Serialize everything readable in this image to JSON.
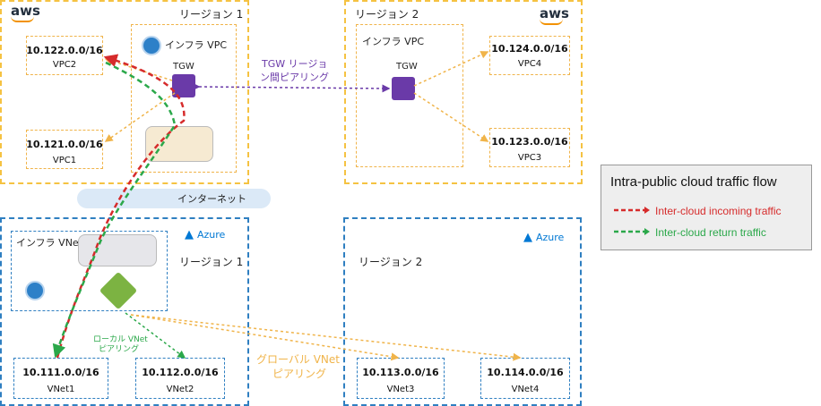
{
  "aws": {
    "logo": "aws",
    "region1": {
      "label": "リージョン 1",
      "infra_vpc": "インフラ VPC",
      "tgw": "TGW"
    },
    "region2": {
      "label": "リージョン 2",
      "infra_vpc": "インフラ VPC",
      "tgw": "TGW"
    },
    "peering_label": [
      "TGW リージョ",
      "ン間ピアリング"
    ],
    "vpcs": [
      {
        "cidr": "10.122.0.0/16",
        "name": "VPC2"
      },
      {
        "cidr": "10.121.0.0/16",
        "name": "VPC1"
      },
      {
        "cidr": "10.124.0.0/16",
        "name": "VPC4"
      },
      {
        "cidr": "10.123.0.0/16",
        "name": "VPC3"
      }
    ]
  },
  "internet_label": "インターネット",
  "azure": {
    "logo": "Azure",
    "region1": {
      "label": "リージョン 1",
      "infra_vnet": "インフラ VNet"
    },
    "region2": {
      "label": "リージョン 2"
    },
    "local_peering": [
      "ローカル VNet",
      "ピアリング"
    ],
    "global_peering": [
      "グローバル VNet",
      "ピアリング"
    ],
    "vnets": [
      {
        "cidr": "10.111.0.0/16",
        "name": "VNet1"
      },
      {
        "cidr": "10.112.0.0/16",
        "name": "VNet2"
      },
      {
        "cidr": "10.113.0.0/16",
        "name": "VNet3"
      },
      {
        "cidr": "10.114.0.0/16",
        "name": "VNet4"
      }
    ]
  },
  "legend": {
    "title": "Intra-public cloud traffic flow",
    "items": [
      {
        "label": "Inter-cloud incoming traffic",
        "color": "#d62b2b"
      },
      {
        "label": "Inter-cloud return traffic",
        "color": "#2ba84a"
      }
    ]
  },
  "colors": {
    "aws_border": "#f5c242",
    "azure_border": "#2f7fc1",
    "tgw": "#6a3aa8",
    "peering": "#f0b44a"
  }
}
